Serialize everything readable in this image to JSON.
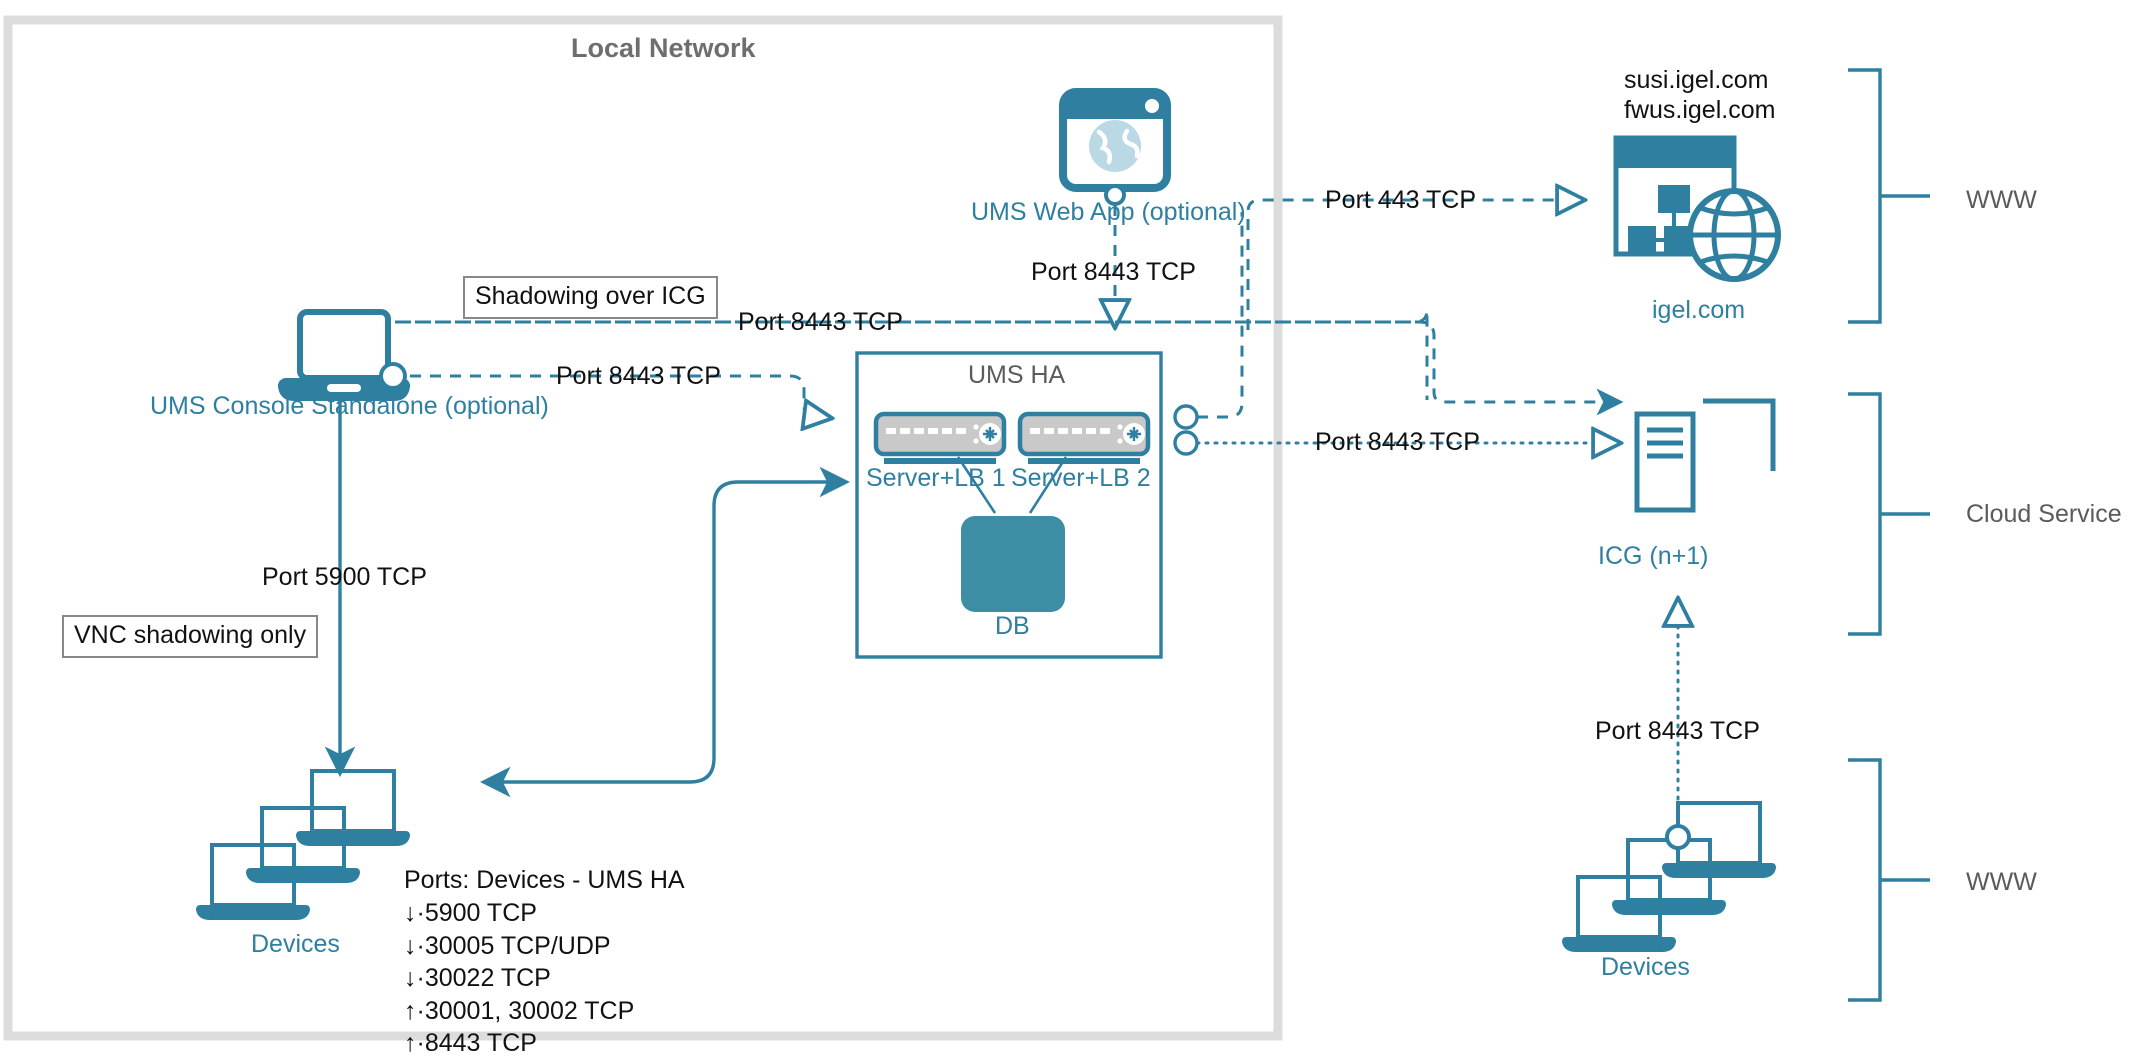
{
  "diagram": {
    "title": "Local Network",
    "colors": {
      "teal": "#2E7FA0",
      "teal_fill": "#3D8DA5",
      "grey_border": "#D6D6D6",
      "note_border": "#888888",
      "text_black": "#111111",
      "title_grey": "#6E6E6E",
      "server_body": "#C9C9C9"
    },
    "zones": {
      "local_network_label": "Local Network",
      "www_top_label": "WWW",
      "cloud_service_label": "Cloud Service",
      "www_bottom_label": "WWW"
    },
    "nodes": [
      {
        "id": "ums-web-app",
        "label": "UMS Web App (optional)",
        "icon": "browser-globe-icon"
      },
      {
        "id": "ums-console",
        "label": "UMS Console Standalone (optional)",
        "icon": "laptop-icon"
      },
      {
        "id": "ums-ha",
        "label": "UMS HA",
        "icon": "group-box"
      },
      {
        "id": "server-lb-1",
        "label": "Server+LB 1",
        "icon": "server-appliance-icon"
      },
      {
        "id": "server-lb-2",
        "label": "Server+LB 2",
        "icon": "server-appliance-icon"
      },
      {
        "id": "db",
        "label": "DB",
        "icon": "database-cylinder-icon"
      },
      {
        "id": "igel-com",
        "label": "igel.com",
        "icon": "web-site-globe-icon"
      },
      {
        "id": "icg",
        "label": "ICG (n+1)",
        "icon": "gateway-server-icon"
      },
      {
        "id": "devices-left",
        "label": "Devices",
        "icon": "laptops-stack-icon"
      },
      {
        "id": "devices-right",
        "label": "Devices",
        "icon": "laptops-stack-icon"
      }
    ],
    "hosts": {
      "igel_line1": "susi.igel.com",
      "igel_line2": "fwus.igel.com"
    },
    "notes": [
      {
        "id": "shadowing-over-icg",
        "text": "Shadowing over ICG"
      },
      {
        "id": "vnc-shadowing-only",
        "text": "VNC shadowing only"
      }
    ],
    "edge_labels": {
      "web_app_to_igel": "Port 443 TCP",
      "web_app_to_ha": "Port 8443 TCP",
      "console_shadow_icg": "Port 8443 TCP",
      "console_to_ha": "Port 8443 TCP",
      "ha_to_icg": "Port 8443 TCP",
      "console_to_devices": "Port 5900 TCP",
      "devices_to_icg": "Port 8443 TCP"
    },
    "ports_block": {
      "heading": "Ports: Devices - UMS HA",
      "rows": [
        "↓·5900 TCP",
        "↓·30005 TCP/UDP",
        "↓·30022 TCP",
        "↑·30001, 30002 TCP",
        "↑·8443 TCP"
      ]
    }
  }
}
